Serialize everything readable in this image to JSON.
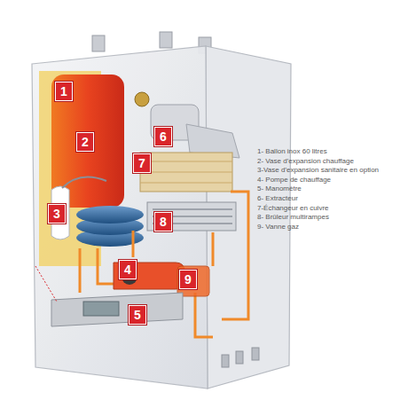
{
  "diagram": {
    "nodes": [
      {
        "text": [
          "1"
        ]
      },
      {
        "text": [
          "2"
        ]
      },
      {
        "text": [
          "3"
        ]
      },
      {
        "text": [
          "4"
        ]
      },
      {
        "text": [
          "5"
        ]
      },
      {
        "text": [
          "6"
        ]
      },
      {
        "text": [
          "7"
        ]
      },
      {
        "text": [
          "8"
        ]
      },
      {
        "text": [
          "9"
        ]
      }
    ],
    "labels": [
      "1- Ballon inox 60 litres",
      "2- Vase d'expansion chauffage",
      "3-Vase d'expansion sanitaire en option",
      "4- Pompe de chauffage",
      "5- Manomètre",
      "6- Extracteur",
      "7-Échangeur en cuivre",
      "8- Brûleur multirampes",
      "9- Vanne gaz"
    ]
  }
}
